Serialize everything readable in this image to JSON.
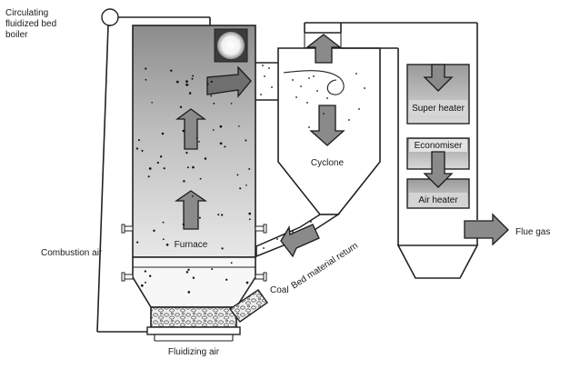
{
  "labels": {
    "boiler_title_1": "Circulating",
    "boiler_title_2": "fluidized bed",
    "boiler_title_3": "boiler",
    "furnace": "Furnace",
    "cyclone": "Cyclone",
    "super_heater": "Super heater",
    "economiser": "Economiser",
    "air_heater": "Air heater",
    "flue_gas": "Flue gas",
    "combustion_air": "Combustion air",
    "bed_material_return": "Bed material return",
    "coal": "Coal",
    "fluidizing_air": "Fluidizing air"
  }
}
